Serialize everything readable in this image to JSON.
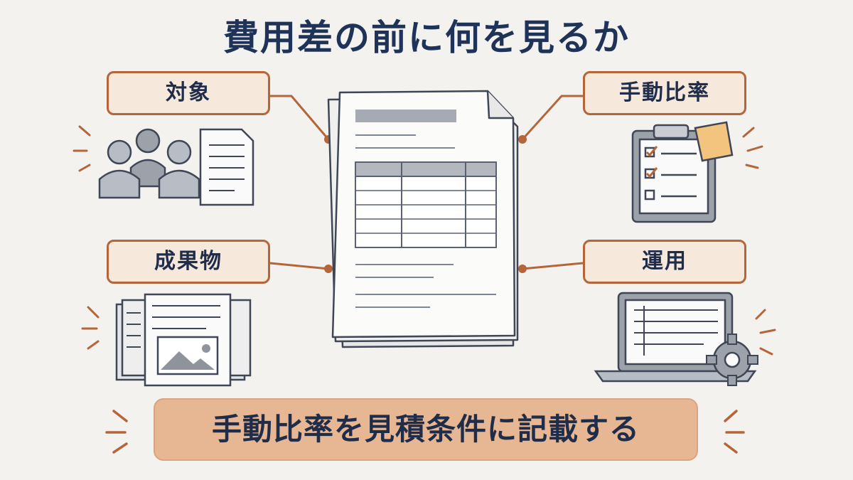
{
  "title": "費用差の前に何を見るか",
  "labels": {
    "target": "対象",
    "manual_ratio": "手動比率",
    "deliverables": "成果物",
    "operation": "運用"
  },
  "banner": "手動比率を見積条件に記載する",
  "icons": {
    "target": "people-with-document-icon",
    "manual_ratio": "checklist-clipboard-icon",
    "deliverables": "document-pages-with-image-icon",
    "operation": "laptop-with-gear-icon",
    "center": "estimate-document-icon"
  },
  "colors": {
    "accent": "#b5653a",
    "label_fill": "#f6e9dc",
    "banner_fill": "#e6b792",
    "text": "#1f2d4a",
    "background": "#f3f2ef"
  }
}
